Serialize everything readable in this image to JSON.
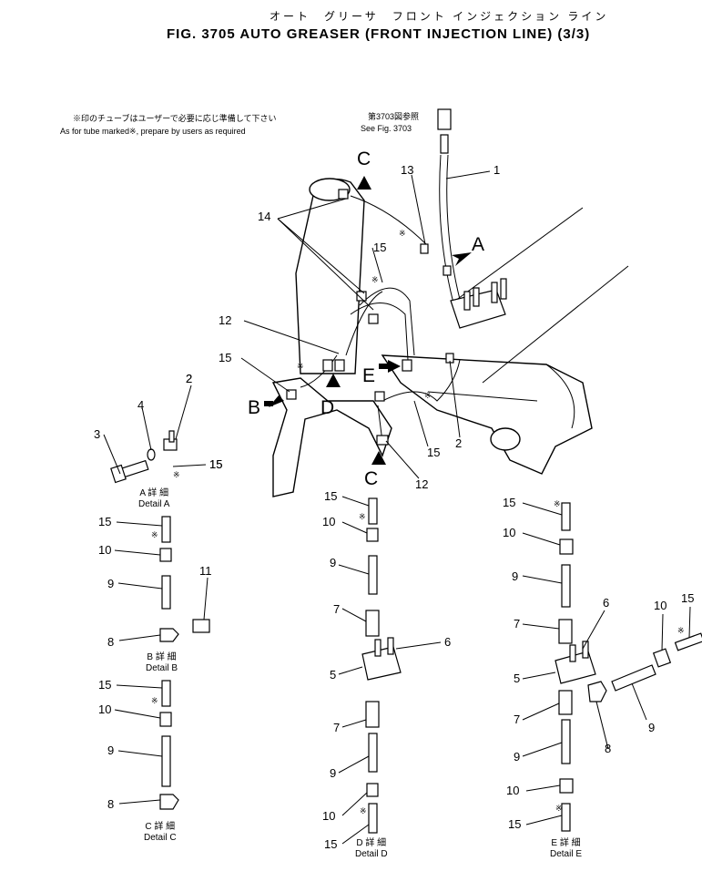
{
  "title": {
    "japanese": "オート　グリーサ　フロント インジェクション ライン",
    "english": "FIG. 3705  AUTO GREASER (FRONT INJECTION LINE) (3/3)"
  },
  "notes": {
    "tube_jp": "※印のチューブはユーザーで必要に応じ準備して下さい",
    "tube_en": "As for tube marked※, prepare by users as required",
    "ref_jp": "第3703図参照",
    "ref_en": "See Fig. 3703"
  },
  "main_labels": [
    "1",
    "13",
    "14",
    "15",
    "12",
    "15",
    "2",
    "15",
    "12",
    "2",
    "15",
    "※",
    "※",
    "※",
    "※"
  ],
  "arrow_labels": {
    "a": "A",
    "b": "B",
    "c_top": "C",
    "c_bottom": "C",
    "d": "D",
    "e": "E"
  },
  "details": {
    "a": {
      "jp": "A 詳 細",
      "en": "Detail A",
      "labels": [
        "2",
        "4",
        "3",
        "15",
        "※"
      ]
    },
    "b": {
      "jp": "B 詳 細",
      "en": "Detail B",
      "labels": [
        "15",
        "10",
        "9",
        "8",
        "11",
        "※"
      ]
    },
    "c": {
      "jp": "C 詳 細",
      "en": "Detail C",
      "labels": [
        "15",
        "10",
        "9",
        "8",
        "※"
      ]
    },
    "d": {
      "jp": "D 詳 細",
      "en": "Detail D",
      "labels": [
        "15",
        "10",
        "9",
        "7",
        "6",
        "5",
        "7",
        "9",
        "10",
        "15",
        "※",
        "※"
      ]
    },
    "e": {
      "jp": "E 詳 細",
      "en": "Detail E",
      "labels": [
        "15",
        "10",
        "9",
        "7",
        "6",
        "5",
        "7",
        "9",
        "10",
        "15",
        "10",
        "15",
        "9",
        "8",
        "※",
        "※",
        "※"
      ]
    }
  },
  "colors": {
    "ink": "#000000",
    "paper": "#ffffff"
  }
}
